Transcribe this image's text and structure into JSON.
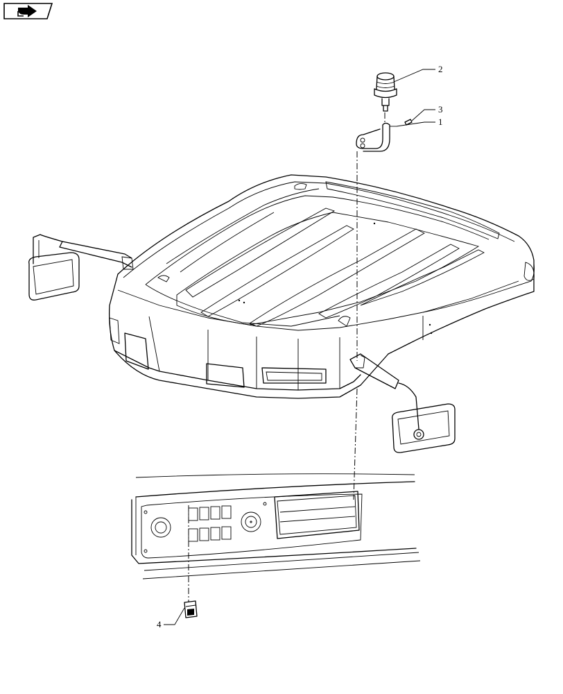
{
  "navigation": {
    "icon": "arrow-right-icon",
    "color": "#000000"
  },
  "diagram": {
    "callouts": [
      {
        "id": "callout-1",
        "label": "1"
      },
      {
        "id": "callout-2",
        "label": "2"
      },
      {
        "id": "callout-3",
        "label": "3"
      },
      {
        "id": "callout-4",
        "label": "4"
      }
    ]
  }
}
